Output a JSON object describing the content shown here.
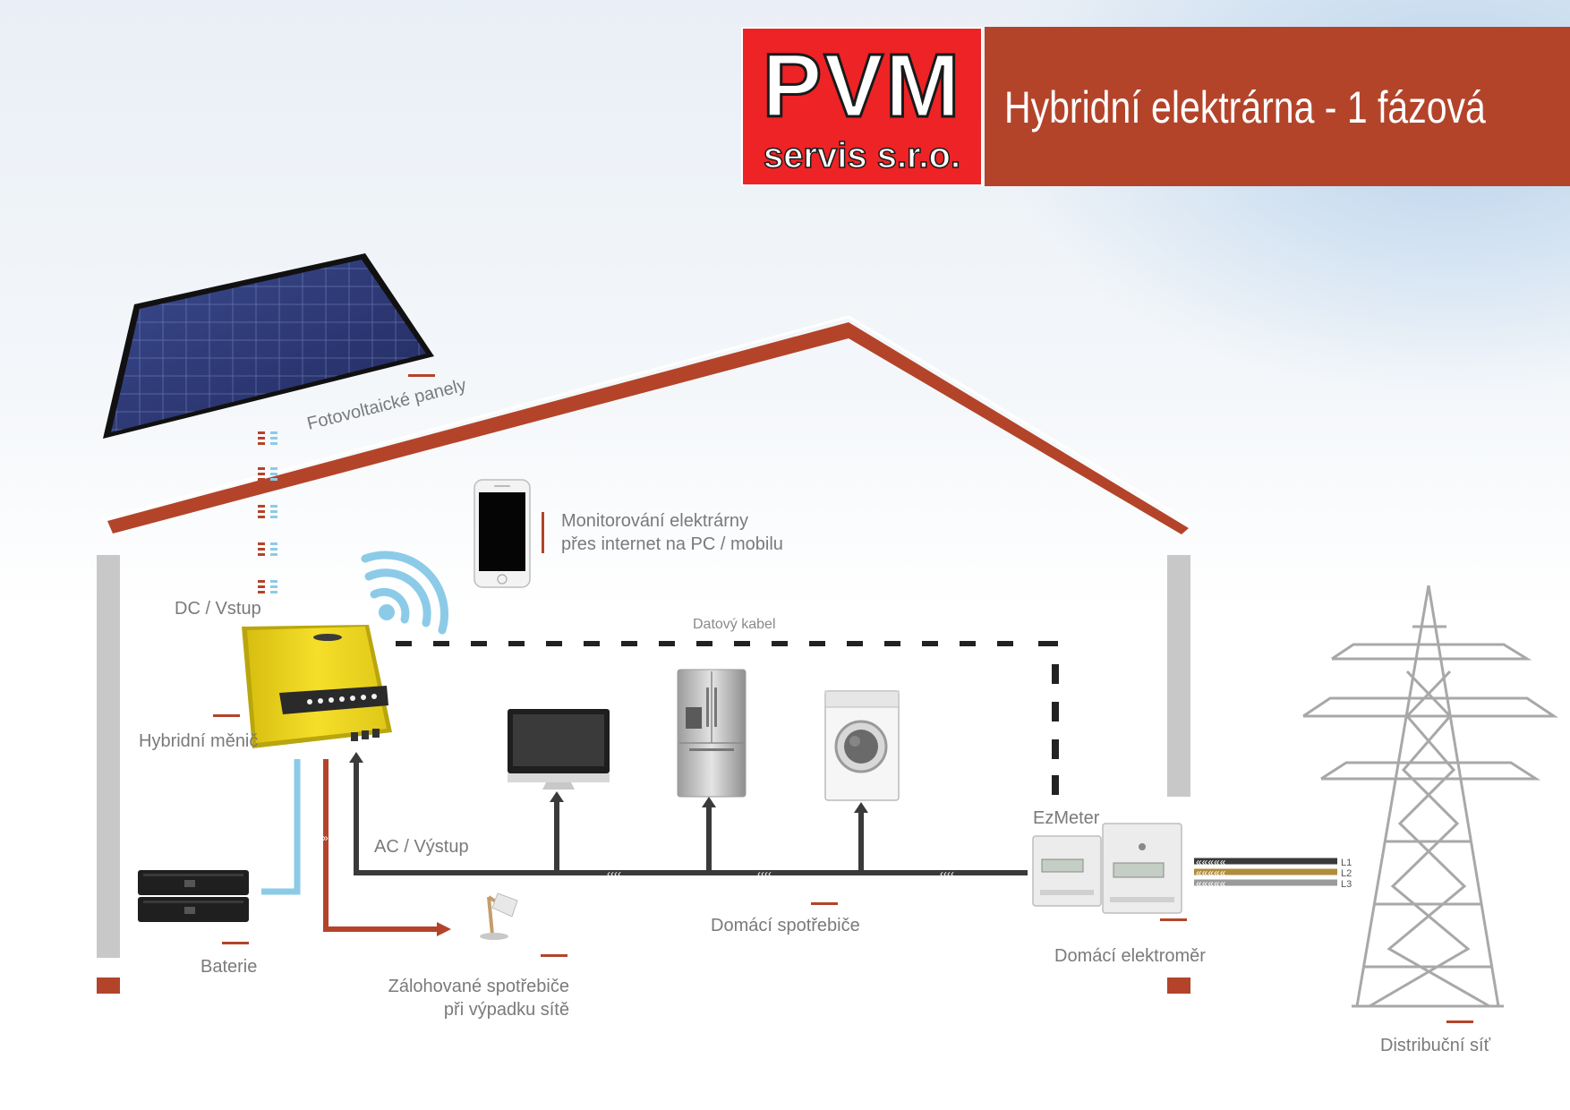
{
  "header": {
    "logo_main": "PVM",
    "logo_sub": "servis s.r.o.",
    "title": "Hybridní elektrárna - 1 fázová"
  },
  "labels": {
    "panels": "Fotovoltaické panely",
    "dc_input": "DC / Vstup",
    "monitoring_line1": "Monitorování elektrárny",
    "monitoring_line2": "přes internet na PC / mobilu",
    "data_cable": "Datový kabel",
    "inverter": "Hybridní měnič",
    "ac_output": "AC  / Výstup",
    "battery": "Baterie",
    "backup_line1": "Zálohované spotřebiče",
    "backup_line2": "při výpadku sítě",
    "appliances": "Domácí spotřebiče",
    "ezmeter": "EzMeter",
    "home_meter": "Domácí elektroměr",
    "grid": "Distribuční síť",
    "l1": "L1",
    "l2": "L2",
    "l3": "L3"
  },
  "colors": {
    "roof": "#b3442a",
    "wall": "#c8c8c8",
    "accent": "#b3442a",
    "dc_blue": "#8ccbe8",
    "cable_dark": "#3a3a3a",
    "l2_gold": "#b08d3c",
    "l3_grey": "#9a9a9a",
    "inverter_yellow": "#f0d81e",
    "panel_blue": "#2c3a78"
  },
  "icons": {
    "solar_panel": "solar-panel-icon",
    "phone": "smartphone-icon",
    "wifi": "wifi-icon",
    "inverter": "inverter-icon",
    "battery": "battery-icon",
    "lamp": "lamp-icon",
    "monitor": "monitor-icon",
    "fridge": "fridge-icon",
    "washer": "washing-machine-icon",
    "meter": "energy-meter-icon",
    "pylon": "power-pylon-icon"
  }
}
